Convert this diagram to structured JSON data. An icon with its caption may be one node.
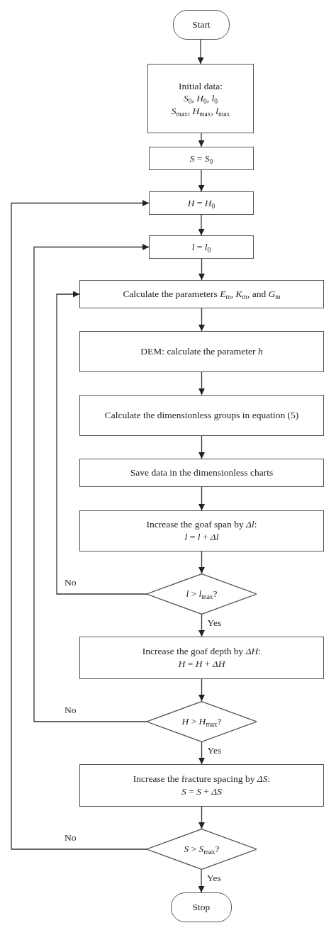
{
  "diagram": {
    "nodes": [
      {
        "text": [
          "Start"
        ]
      },
      {
        "text": [
          "Initial data:",
          "*S*$_{0}$, *H*$_{0}$, *l*$_{0}$",
          "*S*$_{max}$, *H*$_{max}$, *l*$_{max}$"
        ]
      },
      {
        "text": [
          "*S* = *S*$_{0}$"
        ]
      },
      {
        "text": [
          "*H* = *H*$_{0}$"
        ]
      },
      {
        "text": [
          "*l* = *l*$_{0}$"
        ]
      },
      {
        "text": [
          "Calculate the parameters *E*$_{m}$, *K*$_{m}$, and *G*$_{m}$"
        ]
      },
      {
        "text": [
          "DEM: calculate the parameter *h*"
        ]
      },
      {
        "text": [
          "Calculate the dimensionless groups in equation (5)"
        ]
      },
      {
        "text": [
          "Save data in the dimensionless charts"
        ]
      },
      {
        "text": [
          "Increase the goaf span by *Δl*:",
          "*l* = *l* + *Δl*"
        ]
      },
      {
        "text": [
          "*l* > *l*$_{max}$?"
        ]
      },
      {
        "text": [
          "Increase the goaf depth by *ΔH*:",
          "*H* = *H* + *ΔH*"
        ]
      },
      {
        "text": [
          "*H* > *H*$_{max}$?"
        ]
      },
      {
        "text": [
          "Increase the fracture spacing by *ΔS*:",
          "*S* = *S* + *ΔS*"
        ]
      },
      {
        "text": [
          "*S* > *S*$_{max}$?"
        ]
      },
      {
        "text": [
          "Stop"
        ]
      }
    ],
    "edges": [
      {
        "from": 0,
        "to": 1,
        "arrow": "to"
      },
      {
        "from": 1,
        "to": 2,
        "arrow": "to"
      },
      {
        "from": 2,
        "to": 3,
        "arrow": "to"
      },
      {
        "from": 3,
        "to": 4,
        "arrow": "to"
      },
      {
        "from": 4,
        "to": 5,
        "arrow": "to"
      },
      {
        "from": 5,
        "to": 6,
        "arrow": "to"
      },
      {
        "from": 6,
        "to": 7,
        "arrow": "to"
      },
      {
        "from": 7,
        "to": 8,
        "arrow": "to"
      },
      {
        "from": 8,
        "to": 9,
        "arrow": "to"
      },
      {
        "from": 9,
        "to": 10,
        "arrow": "to"
      },
      {
        "from": 10,
        "to": 11,
        "label": "Yes",
        "arrow": "to"
      },
      {
        "from": 11,
        "to": 12,
        "arrow": "to"
      },
      {
        "from": 12,
        "to": 13,
        "label": "Yes",
        "arrow": "to"
      },
      {
        "from": 13,
        "to": 14,
        "arrow": "to"
      },
      {
        "from": 14,
        "to": 15,
        "label": "Yes",
        "arrow": "to"
      },
      {
        "from": 10,
        "to": 5,
        "label": "No",
        "arrow": "to"
      },
      {
        "from": 12,
        "to": 4,
        "label": "No",
        "arrow": "to"
      },
      {
        "from": 14,
        "to": 3,
        "label": "No",
        "arrow": "to"
      }
    ]
  }
}
